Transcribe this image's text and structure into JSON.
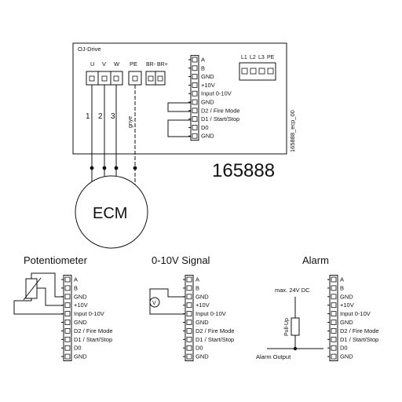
{
  "drive": {
    "title": "OJ-Drive",
    "code": "165888",
    "doc_ref": "165888_ecp_00",
    "motor_terminals": [
      "U",
      "V",
      "W"
    ],
    "pe": "PE",
    "brake": "BR- BR+",
    "phase_numbers": [
      "1",
      "2",
      "3"
    ],
    "earth_wire": "gnye",
    "supply_terminals": [
      "L1",
      "L2",
      "L3",
      "PE"
    ]
  },
  "control_terminals": [
    "A",
    "B",
    "GND",
    "+10V",
    "Input 0-10V",
    "GND",
    "D2  /  Fire Mode",
    "D1  /  Start/Stop",
    "D0",
    "GND"
  ],
  "motor": {
    "label": "ECM"
  },
  "sections": {
    "potentiometer": {
      "title": "Potentiometer"
    },
    "signal": {
      "title": "0-10V Signal",
      "meter_symbol": "V"
    },
    "alarm": {
      "title": "Alarm",
      "supply": "max. 24V DC",
      "resistor": "Pull-Up",
      "output": "Alarm Output"
    }
  }
}
